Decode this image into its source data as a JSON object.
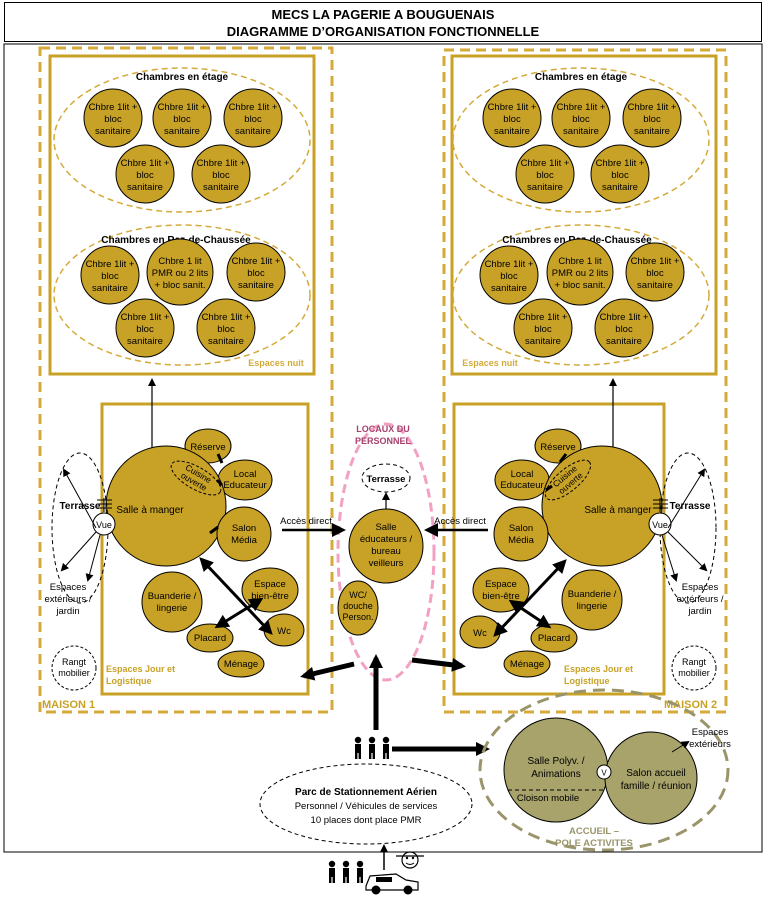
{
  "header": {
    "title": "MECS LA PAGERIE A BOUGUENAIS",
    "subtitle": "DIAGRAMME D’ORGANISATION FONCTIONNELLE"
  },
  "colors": {
    "gold": "#C8A226",
    "gold_line": "#D4AA3A",
    "olive": "#A7A36A",
    "olive_line": "#99946A",
    "pink": "#F2A1C4",
    "pink_text": "#A8406E",
    "black": "#000000"
  },
  "labels": {
    "chambres_etage": "Chambres en étage",
    "chambres_rdc": "Chambres en Rez-de-Chaussée",
    "chbre_line1": "Chbre 1lit +",
    "chbre_line2": "bloc",
    "chbre_line3": "sanitaire",
    "chbre_pmr_1": "Chbre 1 lit",
    "chbre_pmr_2": "PMR ou 2 lits",
    "chbre_pmr_3": "+ bloc sanit.",
    "espaces_nuit": "Espaces nuit",
    "reserve": "Réserve",
    "local_edu_1": "Local",
    "local_edu_2": "Educateur",
    "cuisine_1": "Cuisine",
    "cuisine_2": "ouverte",
    "salle_manger": "Salle à manger",
    "salon_media_1": "Salon",
    "salon_media_2": "Média",
    "buanderie_1": "Buanderie /",
    "buanderie_2": "lingerie",
    "espace_be_1": "Espace",
    "espace_be_2": "bien-être",
    "placard": "Placard",
    "wc": "Wc",
    "menage": "Ménage",
    "terrasse": "Terrasse",
    "vue": "Vue",
    "ext_1": "Espaces",
    "ext_2": "extérieurs /",
    "ext_3": "jardin",
    "rangt_1": "Rangt",
    "rangt_2": "mobilier",
    "espaces_jour_1": "Espaces Jour et",
    "espaces_jour_2": "Logistique",
    "maison1": "MAISON 1",
    "maison2": "MAISON 2",
    "acces_direct": "Accès direct",
    "locaux_1": "LOCAUX DU",
    "locaux_2": "PERSONNEL",
    "salle_edu_1": "Salle",
    "salle_edu_2": "éducateurs /",
    "salle_edu_3": "bureau",
    "salle_edu_4": "veilleurs",
    "wc_douche_1": "WC/",
    "wc_douche_2": "douche",
    "wc_douche_3": "Person.",
    "parc_title": "Parc de Stationnement Aérien",
    "parc_line2": "Personnel / Véhicules de services",
    "parc_line3": "10 places dont place PMR",
    "salle_poly_1": "Salle Polyv. /",
    "salle_poly_2": "Animations",
    "cloison": "Cloison mobile",
    "salon_accueil_1": "Salon accueil",
    "salon_accueil_2": "famille / réunion",
    "v": "V",
    "accueil_ext_1": "Espaces",
    "accueil_ext_2": "extérieurs",
    "accueil_1": "ACCUEIL –",
    "accueil_2": "POLE ACTIVITES"
  }
}
